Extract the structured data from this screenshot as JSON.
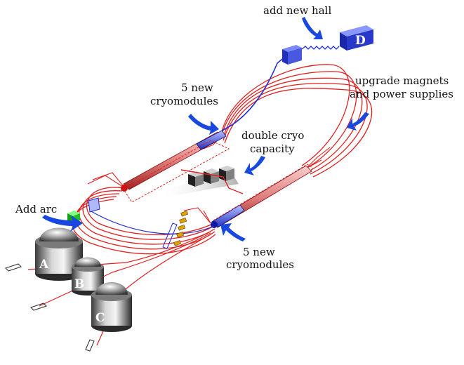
{
  "labels": {
    "add_new_hall": "add new hall",
    "cryo_top_1": "5 new",
    "cryo_top_2": "cryomodules",
    "upgrade_1": "upgrade magnets",
    "upgrade_2": "and power supplies",
    "double_1": "double cryo",
    "double_2": "capacity",
    "add_arc": "Add arc",
    "cryo_bottom_1": "5 new",
    "cryo_bottom_2": "cryomodules"
  },
  "halls": {
    "a": "A",
    "b": "B",
    "c": "C",
    "d": "D"
  },
  "colors": {
    "beamline": "#e02020",
    "blue_beam": "#2030d0",
    "arrow": "#1848e0",
    "hall_d": "#2838c8",
    "green_block": "#20c020"
  },
  "icons": {
    "pointer_arrow": "blue-curved-arrow-icon",
    "hall_dome": "cylindrical-dome-icon",
    "cryo_building": "grey-cube-icon"
  }
}
